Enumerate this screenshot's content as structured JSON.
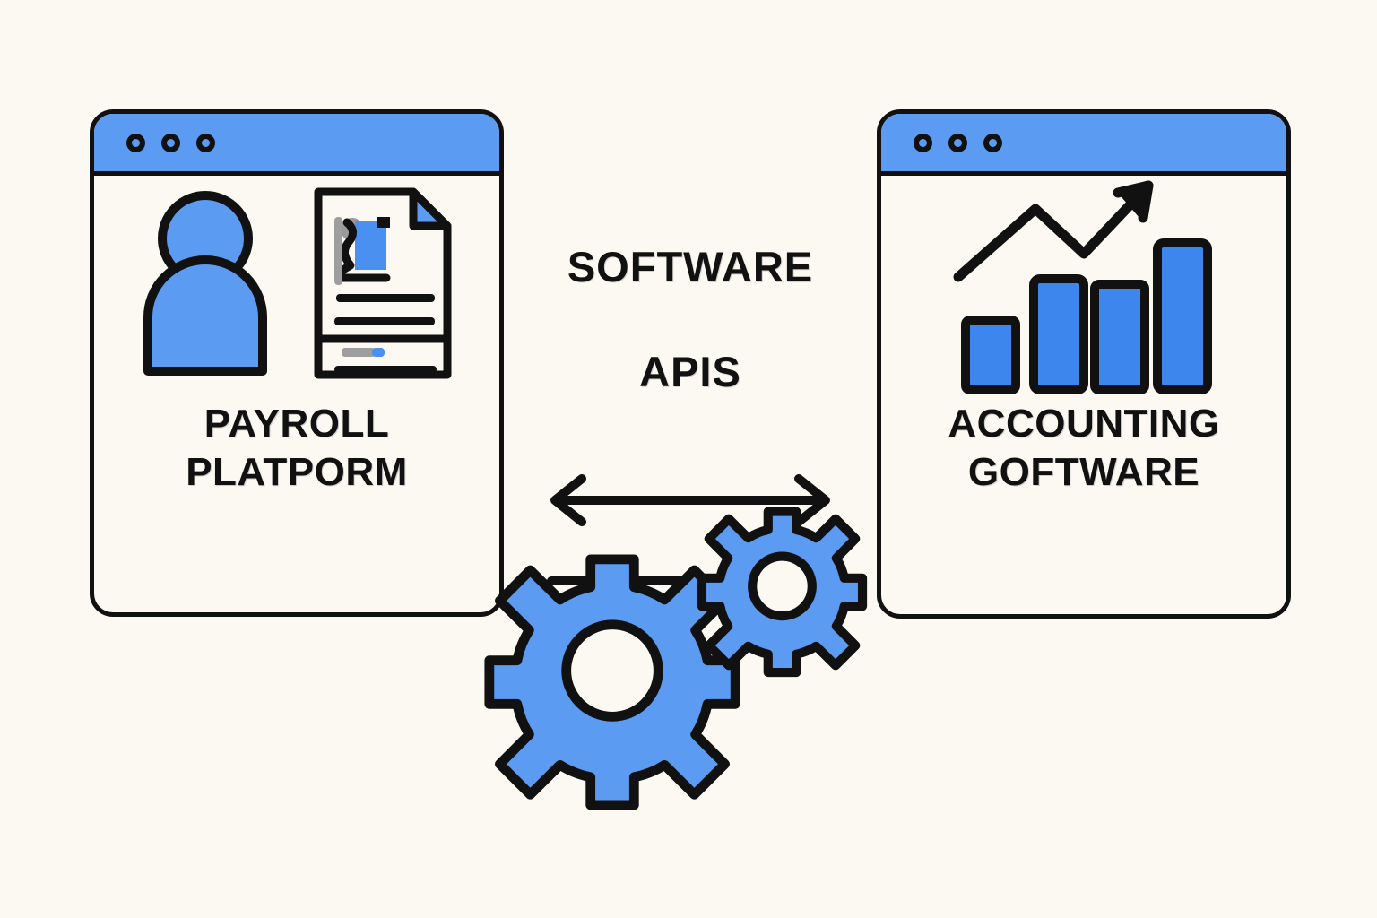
{
  "diagram": {
    "title": "Payroll Platform and Accounting Software integration via Software APIs",
    "background_color": "#fcf9f2",
    "accent_blue": "#5b9bf2",
    "bar_blue": "#3d86ee",
    "outline_color": "#111111"
  },
  "left_window": {
    "name": "payroll-platform-window",
    "label": "PAYROLL\nPLATPORM",
    "label_line_1": "PAYROLL",
    "label_line_2": "PLATPORM",
    "titlebar": {
      "color": "#5b9bf2",
      "dots": [
        "window-dot-1",
        "window-dot-2",
        "window-dot-3"
      ]
    },
    "graphics": [
      {
        "icon": "user-person-icon",
        "color": "#5b9bf2"
      },
      {
        "icon": "document-payslip-icon",
        "color": "#5b9bf2"
      }
    ]
  },
  "right_window": {
    "name": "accounting-software-window",
    "label": "ACCOUNTING\nGOFTWARE",
    "label_line_1": "ACCOUNTING",
    "label_line_2": "GOFTWARE",
    "titlebar": {
      "color": "#5b9bf2",
      "dots": [
        "window-dot-1",
        "window-dot-2",
        "window-dot-3"
      ]
    },
    "graphics": [
      {
        "icon": "bar-chart-growth-icon",
        "color": "#3d86ee"
      },
      {
        "icon": "trend-arrow-up-icon",
        "color": "#111111"
      }
    ]
  },
  "center": {
    "heading": "SOFTWARE\nAPIS",
    "heading_line_1": "SOFTWARE",
    "heading_line_2": "APIS",
    "arrows": [
      {
        "name": "bidirectional-arrow",
        "direction": "both",
        "icon": "double-headed-arrow-icon"
      },
      {
        "name": "rightward-arrow",
        "direction": "right",
        "icon": "right-arrow-icon"
      }
    ]
  },
  "gears": [
    {
      "name": "gear-large",
      "icon": "gear-icon",
      "teeth": 8,
      "color": "#5b9bf2"
    },
    {
      "name": "gear-small",
      "icon": "gear-icon",
      "teeth": 8,
      "color": "#5b9bf2"
    }
  ],
  "chart_data": {
    "type": "bar",
    "title": "Accounting growth bar chart icon",
    "categories": [
      "1",
      "2",
      "3",
      "4"
    ],
    "values": [
      34,
      77,
      72,
      96
    ],
    "xlabel": "",
    "ylabel": "",
    "ylim": [
      0,
      100
    ],
    "grid": false,
    "legend": "none",
    "annotations": [
      "upward zigzag trend arrow"
    ]
  }
}
